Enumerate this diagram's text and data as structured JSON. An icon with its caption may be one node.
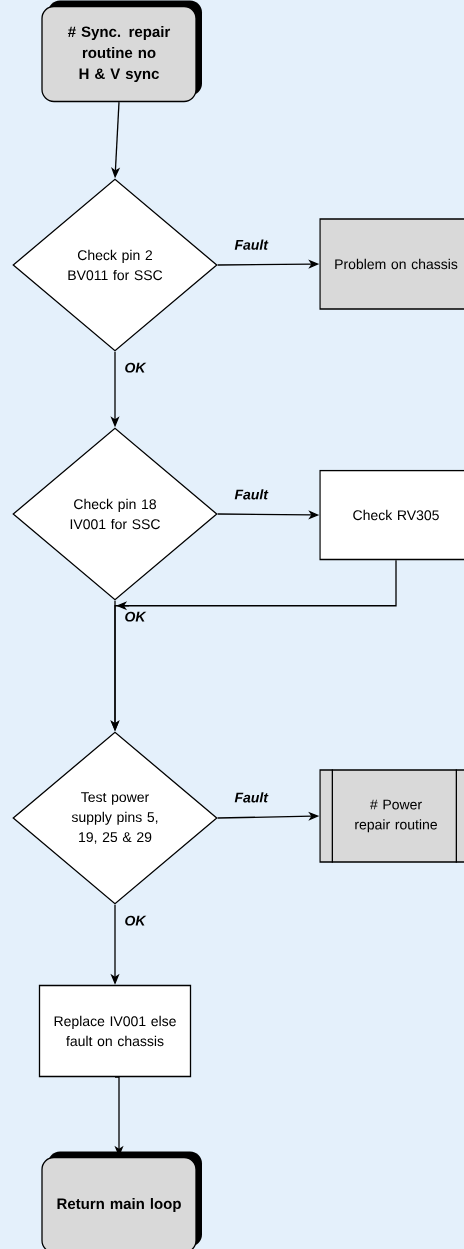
{
  "diagram": {
    "nodes": [
      {
        "text": [
          "# Sync. repair routine no H & V sync"
        ]
      },
      {
        "text": [
          "Check pin 2 BV011 for SSC"
        ]
      },
      {
        "text": [
          "Problem on chassis"
        ]
      },
      {
        "text": [
          "Check pin 18 IV001 for SSC"
        ]
      },
      {
        "text": [
          "Check RV305"
        ]
      },
      {
        "text": [
          "Test power supply pins 5, 19, 25 & 29"
        ]
      },
      {
        "text": [
          "# Power repair routine"
        ]
      },
      {
        "text": [
          "Replace IV001 else fault on chassis"
        ]
      },
      {
        "text": [
          "Return main loop"
        ]
      }
    ],
    "edges": [
      {
        "from": 0,
        "to": 1,
        "arrow": "to"
      },
      {
        "from": 1,
        "to": 2,
        "arrow": "to",
        "label": "Fault"
      },
      {
        "from": 1,
        "to": 3,
        "arrow": "to",
        "label": "OK"
      },
      {
        "from": 3,
        "to": 4,
        "arrow": "to",
        "label": "Fault"
      },
      {
        "from": 3,
        "to": 5,
        "arrow": "to",
        "label": "OK"
      },
      {
        "from": 4,
        "to": 5,
        "arrow": "to"
      },
      {
        "from": 5,
        "to": 6,
        "arrow": "to",
        "label": "Fault"
      },
      {
        "from": 5,
        "to": 7,
        "arrow": "to",
        "label": "OK"
      },
      {
        "from": 7,
        "to": 8,
        "arrow": "to"
      }
    ]
  }
}
